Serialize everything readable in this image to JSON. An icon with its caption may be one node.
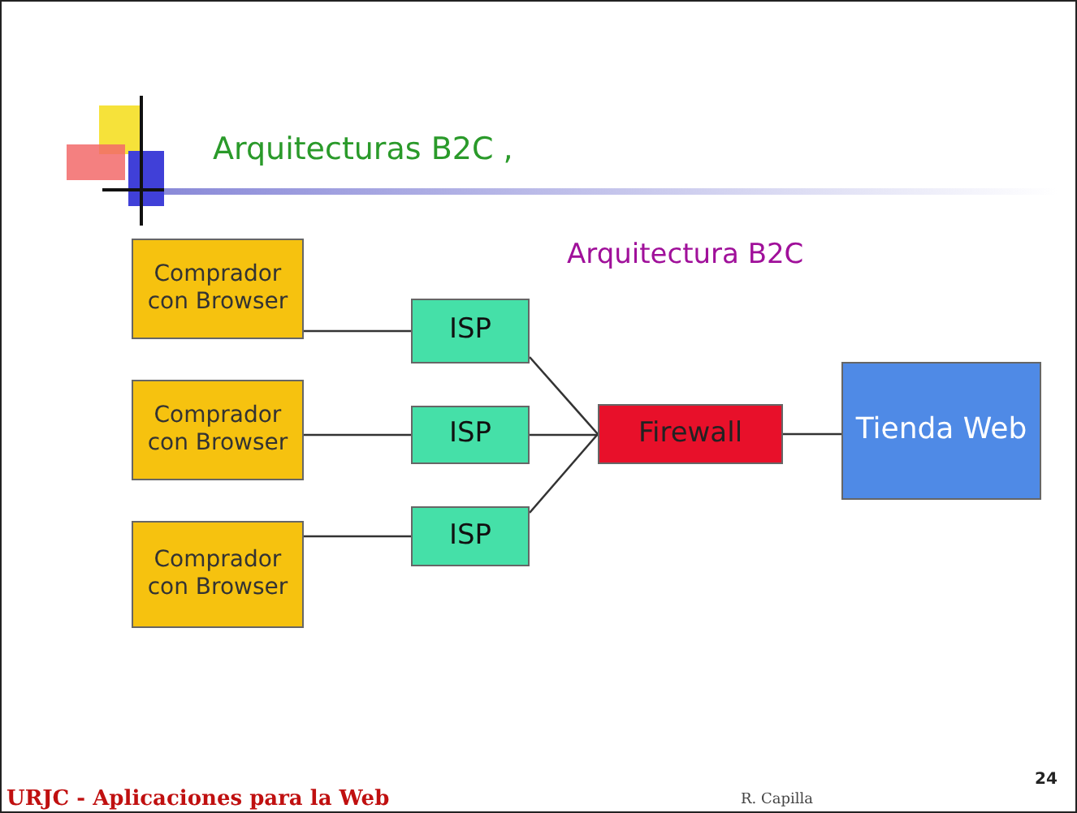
{
  "diagram": {
    "title": "Arquitecturas B2C ,",
    "nodes": [
      {
        "text": [
          "Comprador con Browser"
        ]
      },
      {
        "text": [
          "Comprador con Browser"
        ]
      },
      {
        "text": [
          "Comprador con Browser"
        ]
      },
      {
        "text": [
          "ISP"
        ]
      },
      {
        "text": [
          "ISP"
        ]
      },
      {
        "text": [
          "ISP"
        ]
      },
      {
        "text": [
          "Firewall"
        ]
      },
      {
        "text": [
          "Tienda Web"
        ]
      }
    ],
    "edges": [
      {
        "from": 0,
        "to": 3,
        "arrow": "none"
      },
      {
        "from": 1,
        "to": 4,
        "arrow": "none"
      },
      {
        "from": 2,
        "to": 5,
        "arrow": "none"
      },
      {
        "from": 3,
        "to": 6,
        "arrow": "none"
      },
      {
        "from": 4,
        "to": 6,
        "arrow": "none"
      },
      {
        "from": 5,
        "to": 6,
        "arrow": "none"
      },
      {
        "from": 6,
        "to": 7,
        "arrow": "none"
      }
    ],
    "labels": [
      "Arquitectura B2C",
      "URJC - Aplicaciones para la Web",
      "R. Capilla",
      "24"
    ]
  }
}
